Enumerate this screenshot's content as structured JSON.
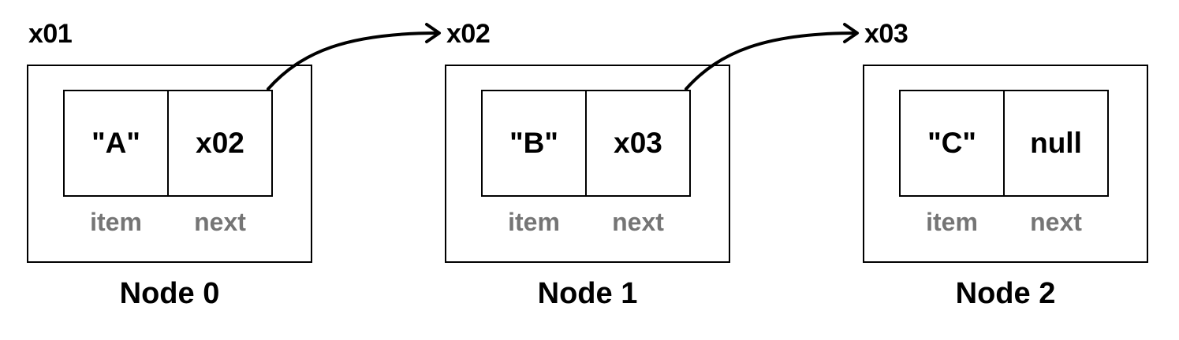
{
  "nodes": [
    {
      "address": "x01",
      "item": "\"A\"",
      "next": "x02",
      "item_label": "item",
      "next_label": "next",
      "label": "Node 0"
    },
    {
      "address": "x02",
      "item": "\"B\"",
      "next": "x03",
      "item_label": "item",
      "next_label": "next",
      "label": "Node 1"
    },
    {
      "address": "x03",
      "item": "\"C\"",
      "next": "null",
      "item_label": "item",
      "next_label": "next",
      "label": "Node 2"
    }
  ],
  "colors": {
    "stroke": "#000000",
    "field_label": "#757575",
    "background": "#ffffff"
  },
  "links": [
    {
      "from": "Node 0",
      "to": "Node 1"
    },
    {
      "from": "Node 1",
      "to": "Node 2"
    }
  ]
}
